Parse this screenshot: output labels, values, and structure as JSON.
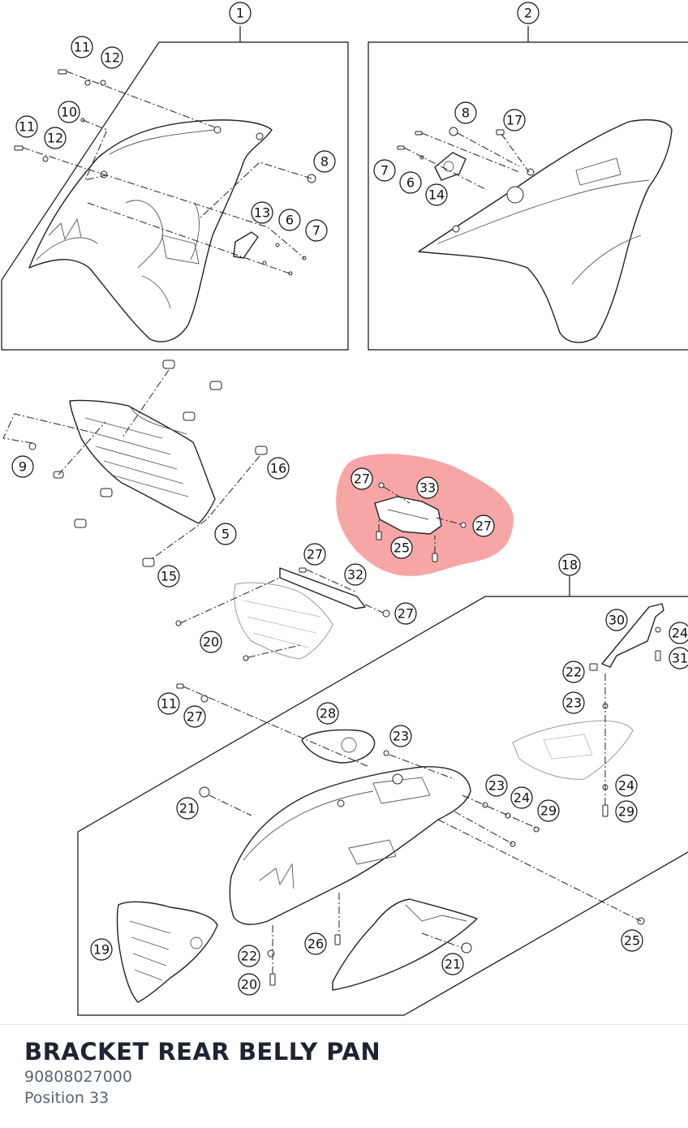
{
  "part": {
    "title": "BRACKET REAR BELLY PAN",
    "number": "90808027000",
    "position": "Position 33"
  },
  "highlight": {
    "color": "#f26a6a",
    "selected_position": "33"
  },
  "callouts": [
    {
      "id": "c-1",
      "label": "1"
    },
    {
      "id": "c-2",
      "label": "2"
    },
    {
      "id": "c-11a",
      "label": "11"
    },
    {
      "id": "c-12a",
      "label": "12"
    },
    {
      "id": "c-10",
      "label": "10"
    },
    {
      "id": "c-11b",
      "label": "11"
    },
    {
      "id": "c-12b",
      "label": "12"
    },
    {
      "id": "c-8a",
      "label": "8"
    },
    {
      "id": "c-13",
      "label": "13"
    },
    {
      "id": "c-6a",
      "label": "6"
    },
    {
      "id": "c-7a",
      "label": "7"
    },
    {
      "id": "c-8b",
      "label": "8"
    },
    {
      "id": "c-17",
      "label": "17"
    },
    {
      "id": "c-7b",
      "label": "7"
    },
    {
      "id": "c-6b",
      "label": "6"
    },
    {
      "id": "c-14",
      "label": "14"
    },
    {
      "id": "c-9",
      "label": "9"
    },
    {
      "id": "c-16",
      "label": "16"
    },
    {
      "id": "c-5",
      "label": "5"
    },
    {
      "id": "c-15",
      "label": "15"
    },
    {
      "id": "c-27a",
      "label": "27"
    },
    {
      "id": "c-33",
      "label": "33"
    },
    {
      "id": "c-27b",
      "label": "27"
    },
    {
      "id": "c-25a",
      "label": "25"
    },
    {
      "id": "c-27c",
      "label": "27"
    },
    {
      "id": "c-32",
      "label": "32"
    },
    {
      "id": "c-27d",
      "label": "27"
    },
    {
      "id": "c-20a",
      "label": "20"
    },
    {
      "id": "c-18",
      "label": "18"
    },
    {
      "id": "c-30",
      "label": "30"
    },
    {
      "id": "c-24a",
      "label": "24"
    },
    {
      "id": "c-31",
      "label": "31"
    },
    {
      "id": "c-22a",
      "label": "22"
    },
    {
      "id": "c-23a",
      "label": "23"
    },
    {
      "id": "c-11c",
      "label": "11"
    },
    {
      "id": "c-27e",
      "label": "27"
    },
    {
      "id": "c-28",
      "label": "28"
    },
    {
      "id": "c-23b",
      "label": "23"
    },
    {
      "id": "c-23c",
      "label": "23"
    },
    {
      "id": "c-24b",
      "label": "24"
    },
    {
      "id": "c-29a",
      "label": "29"
    },
    {
      "id": "c-24c",
      "label": "24"
    },
    {
      "id": "c-29b",
      "label": "29"
    },
    {
      "id": "c-21a",
      "label": "21"
    },
    {
      "id": "c-25b",
      "label": "25"
    },
    {
      "id": "c-19",
      "label": "19"
    },
    {
      "id": "c-22b",
      "label": "22"
    },
    {
      "id": "c-26",
      "label": "26"
    },
    {
      "id": "c-21b",
      "label": "21"
    },
    {
      "id": "c-20b",
      "label": "20"
    }
  ]
}
